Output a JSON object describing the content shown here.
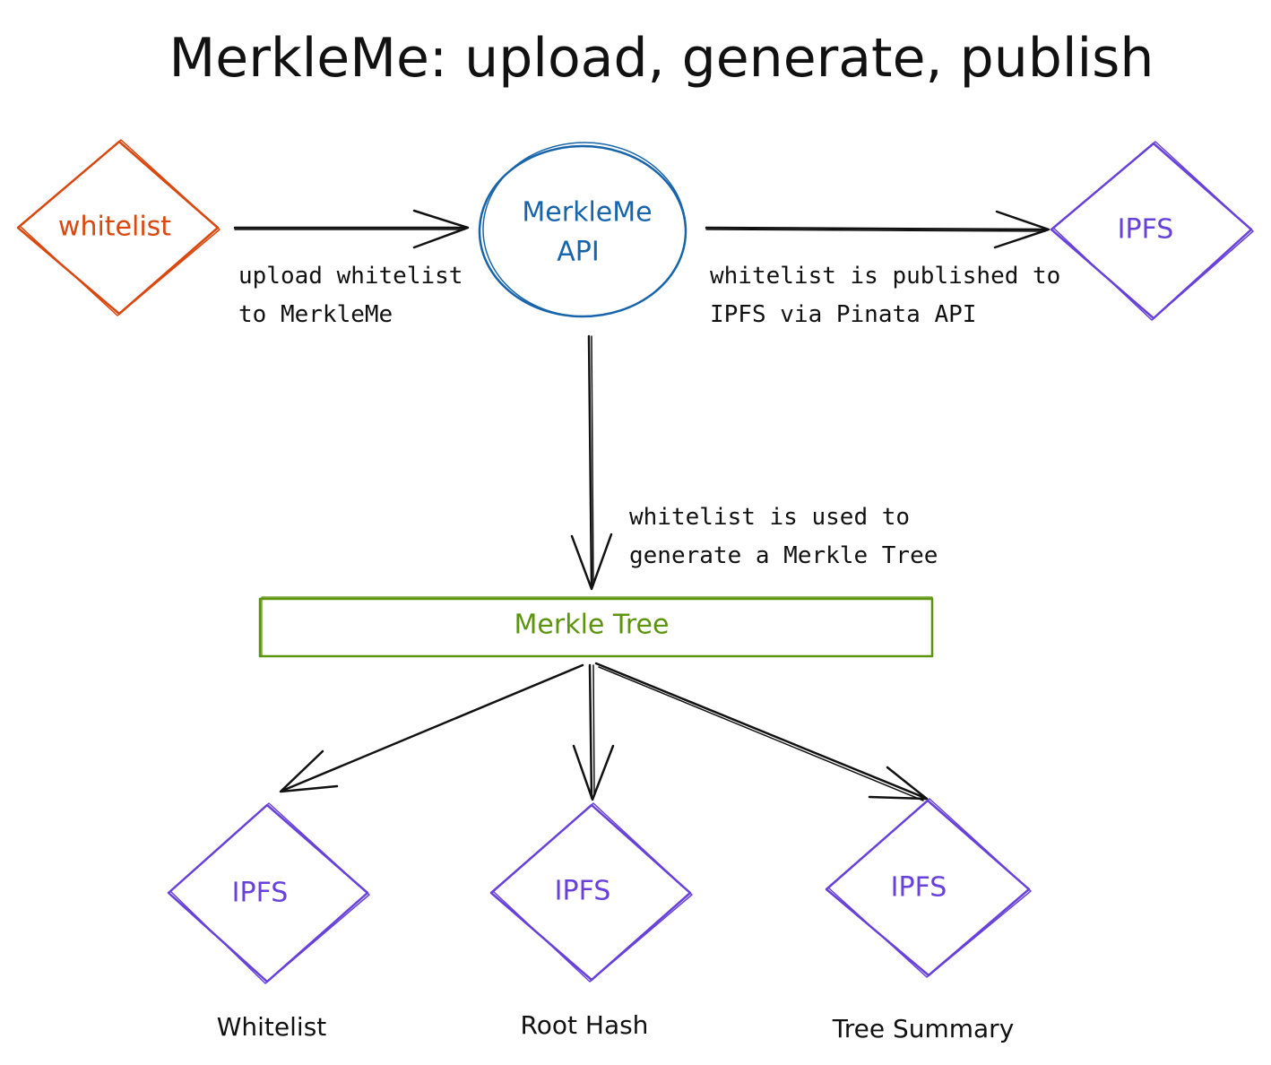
{
  "title": "MerkleMe: upload, generate, publish",
  "colors": {
    "orange": "#d9480f",
    "blue": "#1864ab",
    "purple": "#6741d9",
    "green": "#5c940d",
    "ink": "#111111"
  },
  "nodes": {
    "whitelist_source": {
      "label": "whitelist"
    },
    "api": {
      "label_line1": "MerkleMe",
      "label_line2": "API"
    },
    "ipfs_top": {
      "label": "IPFS"
    },
    "merkle_tree": {
      "label": "Merkle Tree"
    },
    "ipfs_whitelist": {
      "label": "IPFS",
      "caption": "Whitelist"
    },
    "ipfs_root_hash": {
      "label": "IPFS",
      "caption": "Root Hash"
    },
    "ipfs_tree_summary": {
      "label": "IPFS",
      "caption": "Tree Summary"
    }
  },
  "edges": {
    "upload": {
      "line1": "upload whitelist",
      "line2": "to MerkleMe"
    },
    "publish": {
      "line1": "whitelist is published to",
      "line2": "IPFS via Pinata API"
    },
    "generate": {
      "line1": "whitelist is used to",
      "line2": "generate a Merkle Tree"
    }
  }
}
